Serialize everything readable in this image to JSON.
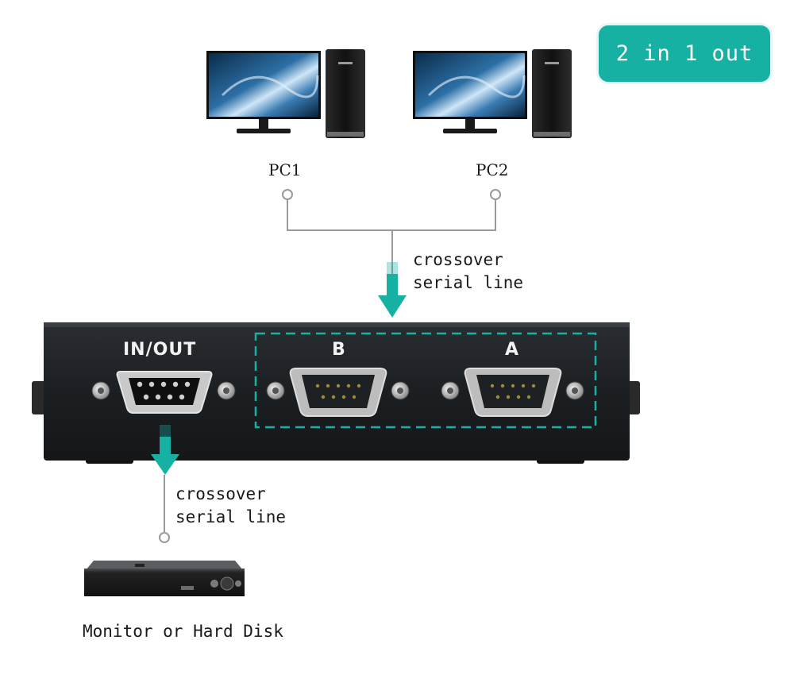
{
  "badge": {
    "text": "2 in 1 out"
  },
  "computers": [
    {
      "label": "PC1"
    },
    {
      "label": "PC2"
    }
  ],
  "upper_link": {
    "line1": "crossover",
    "line2": "serial line"
  },
  "switch": {
    "ports": [
      {
        "label": "IN/OUT"
      },
      {
        "label": "B"
      },
      {
        "label": "A"
      }
    ]
  },
  "lower_link": {
    "line1": "crossover",
    "line2": "serial line"
  },
  "device": {
    "label": "Monitor or Hard Disk"
  },
  "colors": {
    "accent": "#17b1a3",
    "line": "#9a9a9a",
    "switch_body": "#1e2124"
  }
}
